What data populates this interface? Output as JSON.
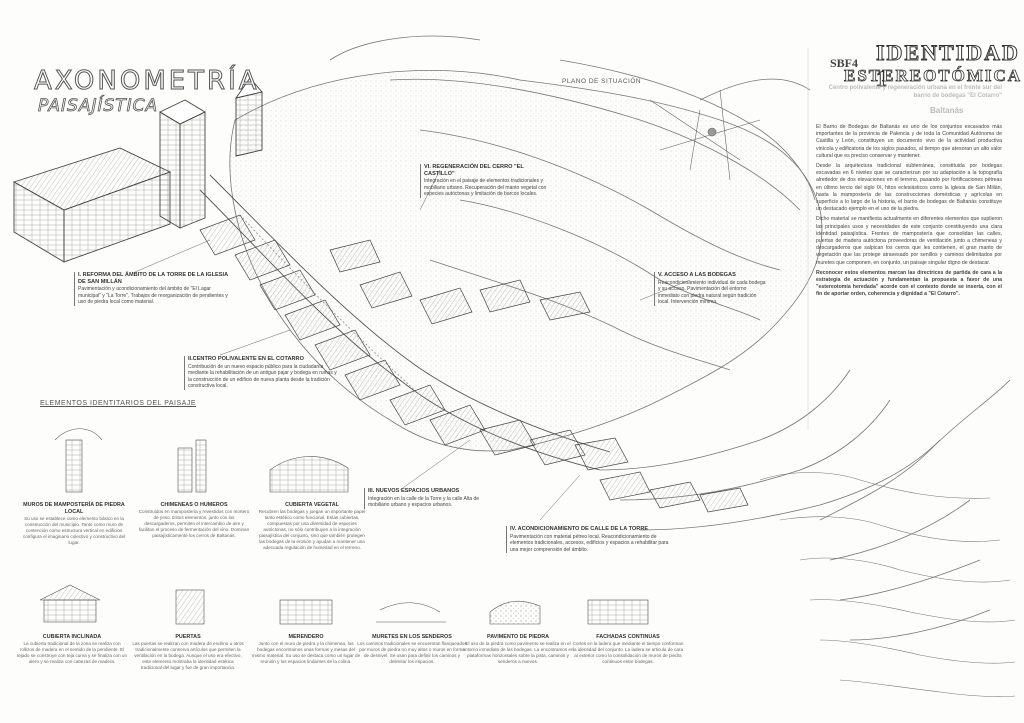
{
  "title": {
    "main": "AXONOMETRÍA",
    "sub": "PAISAJÍSTICA"
  },
  "header": {
    "code": "SBF4",
    "title_line1": "IDENTIDAD 1",
    "title_line2": "ESTEREOTÓMICA",
    "subtitle": "Centro polivalente y regeneración urbana en el frente sur del barrio de bodegas \"El Cotarro\"",
    "place": "Baltanás"
  },
  "situation_label": "PLANO DE SITUACIÓN",
  "body": {
    "p1": "El Barrio de Bodegas de Baltanás es uno de los conjuntos excavados más importantes de la provincia de Palencia y de toda la Comunidad Autónoma de Castilla y León, constituyen un documento vivo de la actividad productiva vinícola y edificatoria de los siglos pasados, al tiempo que atesoran un alto valor cultural que es preciso conservar y mantener.",
    "p2": "Desde la arquitectura tradicional subterránea, constituida por bodegas excavadas en 6 niveles que se caracterizan por su adaptación a la topografía alrededor de dos elevaciones en el terreno, pasando por fortificaciones pétreas en último tercio del siglo IX, hitos eclesiásticos como la iglesia de San Millán, hasta la mampostería de las construcciones domésticas y agrícolas en superficie a lo largo de la historia, el barrio de bodegas de Baltanás constituye un destacado ejemplo en el uso de la piedra.",
    "p3": "Dicho material se manifiesta actualmente en diferentes elementos que suplieron las principales usos y necesidades de este conjunto constituyendo una clara identidad paisajística. Frentes de mampostería que consolidan las calles, puertas de madera autóctona proveedoras de ventilación junto a chimeneas y descargaderos que salpican los cerros que les contienen, el gran manto de vegetación que las protege atravesado por senillos y caminos delimitados por muretes que componen, en conjunto, un paisaje singular digno de destacar.",
    "p4": "Reconocer estos elementos marcan las directrices de partida de cara a la estrategia de actuación y fundamentan la propuesta a favor de una \"estereotomía heredada\" acorde con el contexto donde se inserta, con el fin de aportar orden, coherencia y dignidad a \"El Cotarro\"."
  },
  "callouts": {
    "c1": {
      "title": "I. REFORMA DEL ÁMBITO DE LA TORRE DE LA IGLESIA DE SAN MILLÁN",
      "text": "Pavimentación y acondicionamiento del ámbito de \"El Lagar municipal\" y \"La Torre\". Trabajos de reorganización de pendientes y uso de piedra local como material."
    },
    "c2": {
      "title": "II.CENTRO POLIVALENTE EN EL COTARRO",
      "text": "Contribución de un nuevo espacio público para la ciudadanía mediante la rehabilitación de un antiguo pajar y bodega en ruinas y la construcción de un edificio de nueva planta desde la tradición constructiva local."
    },
    "c3": {
      "title": "III. NUEVOS ESPACIOS URBANOS",
      "text": "Integración en la calle de la Torre y la calle Alta de mobiliario urbano y espacios urbanos."
    },
    "c4": {
      "title": "IV. ACONDICIONAMIENTO DE CALLE DE LA TORRE",
      "text": "Pavimentación con material pétreo local. Reacondicionamiento de elementos tradicionales, accesos, edificios y espacios a rehabilitar para una mejor comprensión del ámbito."
    },
    "c5": {
      "title": "V. ACCESO A LAS BODEGAS",
      "text": "Reacondicionamiento individual de cada bodega y su acceso. Pavimentación del entorno inmediato con piedra natural según tradición local. Intervención mínima."
    },
    "c6": {
      "title": "VI. REGENERACIÓN DEL CERRO \"EL CASTILLO\"",
      "text": "Integración en el paisaje de elementos tradicionales y mobiliario urbano. Recuperación del manto vegetal con especies autóctonas y limitación de barcos locales."
    }
  },
  "elements_title": "ELEMENTOS IDENTITARIOS DEL PAISAJE",
  "elements": [
    {
      "name": "MUROS DE MAMPOSTERÍA DE PIEDRA LOCAL",
      "desc": "Su uso se establece como elemento básico en la construcción del municipio. Tanto como muro de contención como estructura vertical en edificios configura el imaginario colectivo y constructivo del lugar."
    },
    {
      "name": "CHIMENEAS O HUMEROS",
      "desc": "Construidos en mampostería y revestidos con mortero de yeso. Estos elementos, junto con los descargaderos, permiten el intercambio de aire y facilitan el proceso de fermentación del vino. Dominan paisajísticamente los cerros de Baltanás."
    },
    {
      "name": "CUBIERTA VEGETAL",
      "desc": "Recubren las bodegas y juegan un importante papel tanto estético como funcional. Estas cubiertas, compuestas por una diversidad de especies autóctonas, no sólo contribuyen a la integración paisajística del conjunto, sino que también protegen las bodegas de la erosión y ayudan a mantener una adecuada regulación de humedad en el terreno."
    },
    {
      "name": "CUBIERTA INCLINADA",
      "desc": "La cubierta tradicional de la zona se realiza con rollizos de madera en el sentido de la pendiente. El tejado se construye con teja curva y se finaliza con un alero y se realiza con cabezas de madera."
    },
    {
      "name": "PUERTAS",
      "desc": "Las puertas se realizan con madera de endrino u otros tradicionalmente conserva artículos que permiten la ventilación en la bodega. Aunque el uso era efectivo, este elemento mostraba la identidad estética tradicional del lugar y fue de gran importancia."
    },
    {
      "name": "MERENDERO",
      "desc": "Junto con el muro de piedra y la chimenea, las bodegas encontramos unas formas y mesas del mismo material. Su uso se destaca como un lugar de reunión y los espacios lindantes de la colina."
    },
    {
      "name": "MURETES EN LOS SENDEROS",
      "desc": "Los caminos tradicionales se encuentran flanqueados por muros de piedra no muy altos o muros en forma de desnivel. Se usan para definir los caminos y delimitar los espacios."
    },
    {
      "name": "PAVIMENTO DE PIEDRA",
      "desc": "El uso de la piedra como pavimento se realiza en el entorno inmediato de las bodegas. La encontramos en plataformas horizontales sobre la pista, caminos y senderos a nuevos."
    },
    {
      "name": "FACHADAS CONTINUAS",
      "desc": "Cortes en la ladera que mediante el tiempo conforman la identidad del conjunto. La ladera se articula de cara al exterior como la consolidación de muros de piedra continuos entre bodegas."
    }
  ],
  "colors": {
    "ink": "#333333",
    "paper": "#fdfdfb",
    "faint": "#bbbbbb"
  }
}
